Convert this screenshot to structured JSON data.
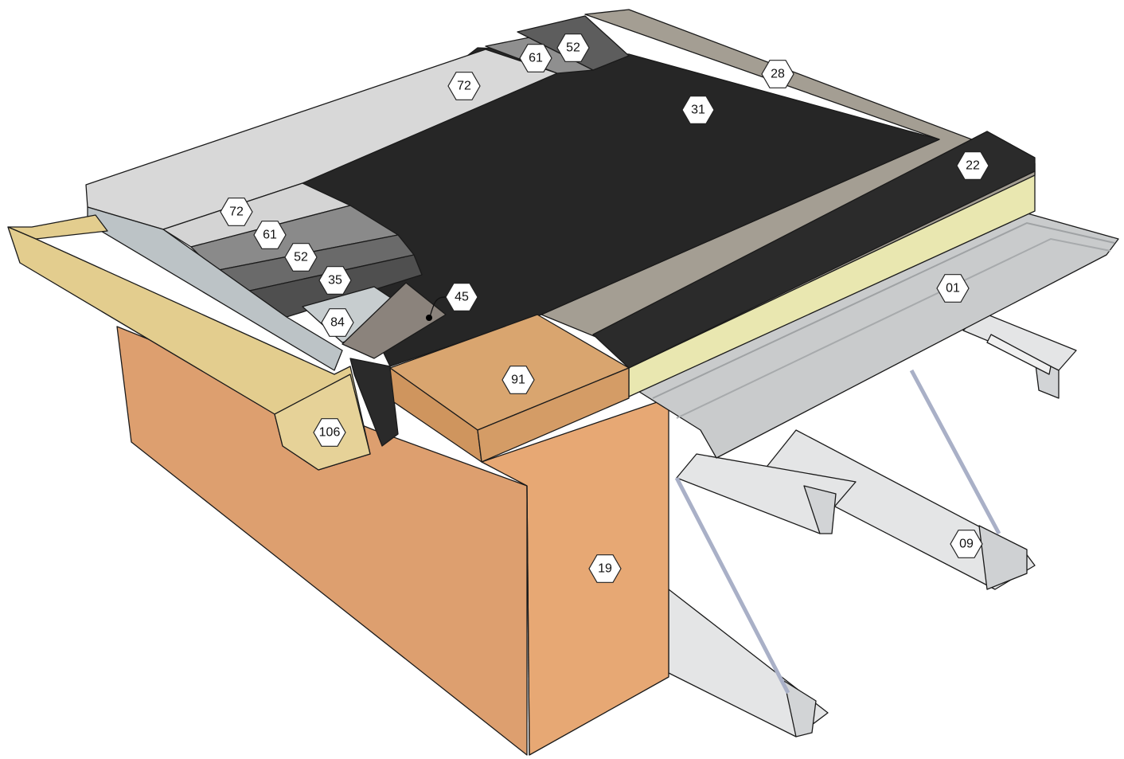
{
  "colors": {
    "membrane": "#2a2a2a",
    "membrane_top": "#262626",
    "upstand": "#a49e93",
    "insulation_side": "#e9e7b0",
    "steel_deck": "#c9cbcc",
    "steel_joist": "#e4e5e6",
    "timber": "#d9a56f",
    "masonry_side": "#dd9f6f",
    "masonry_front": "#e7a874",
    "gutter": "#e3cd8e",
    "light_felt": "#d8d8d8",
    "grey_felt": "#8f8f8f",
    "dark_felt": "#5d5d5d",
    "drip_metal": "#bcc3c6"
  },
  "labels": [
    {
      "id": "label-52-top",
      "text": "52"
    },
    {
      "id": "label-61-top",
      "text": "61"
    },
    {
      "id": "label-72-top",
      "text": "72"
    },
    {
      "id": "label-28",
      "text": "28"
    },
    {
      "id": "label-31",
      "text": "31"
    },
    {
      "id": "label-22",
      "text": "22"
    },
    {
      "id": "label-72-side",
      "text": "72"
    },
    {
      "id": "label-61-side",
      "text": "61"
    },
    {
      "id": "label-52-side",
      "text": "52"
    },
    {
      "id": "label-35",
      "text": "35"
    },
    {
      "id": "label-45",
      "text": "45"
    },
    {
      "id": "label-84",
      "text": "84"
    },
    {
      "id": "label-01",
      "text": "01"
    },
    {
      "id": "label-91",
      "text": "91"
    },
    {
      "id": "label-106",
      "text": "106"
    },
    {
      "id": "label-09",
      "text": "09"
    },
    {
      "id": "label-19",
      "text": "19"
    }
  ]
}
